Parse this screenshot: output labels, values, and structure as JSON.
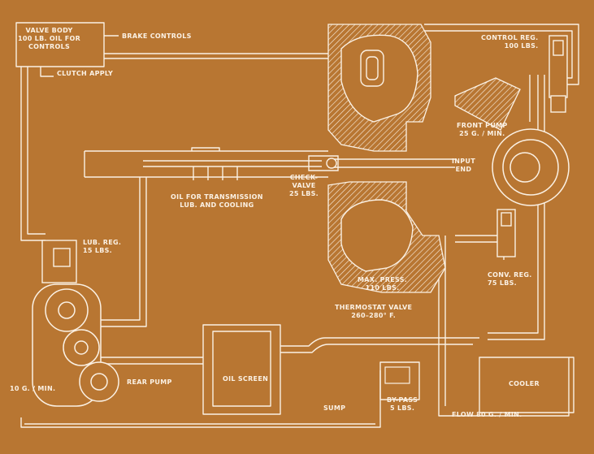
{
  "labels": {
    "valve_body": [
      "VALVE BODY",
      "100 LB. OIL FOR",
      "CONTROLS"
    ],
    "brake_controls": "BRAKE CONTROLS",
    "clutch_apply": "CLUTCH APPLY",
    "control_reg": [
      "CONTROL REG.",
      "100 LBS."
    ],
    "front_pump": [
      "FRONT PUMP",
      "25 G. / MIN."
    ],
    "input_end": [
      "INPUT",
      "END"
    ],
    "check_valve": [
      "CHECK-",
      "VALVE",
      "25 LBS."
    ],
    "oil_transmission": [
      "OIL FOR TRANSMISSION",
      "LUB. AND COOLING"
    ],
    "lub_reg": [
      "LUB. REG.",
      "15 LBS."
    ],
    "conv_reg": [
      "CONV. REG.",
      "75 LBS."
    ],
    "max_press": [
      "MAX. PRESS.",
      "110 LBS."
    ],
    "thermostat": [
      "THERMOSTAT VALVE",
      "260–280° F."
    ],
    "oil_screen": "OIL SCREEN",
    "rear_pump": "REAR PUMP",
    "ten_gmin": "10 G. / MIN.",
    "sump": "SUMP",
    "bypass": [
      "BY-PASS",
      "5 LBS."
    ],
    "cooler": "COOLER",
    "flow": "FLOW 80 G. / MIN."
  },
  "colors": {
    "background": "#b87632",
    "line": "#fbf1e4",
    "dark": "#6e3d15"
  }
}
